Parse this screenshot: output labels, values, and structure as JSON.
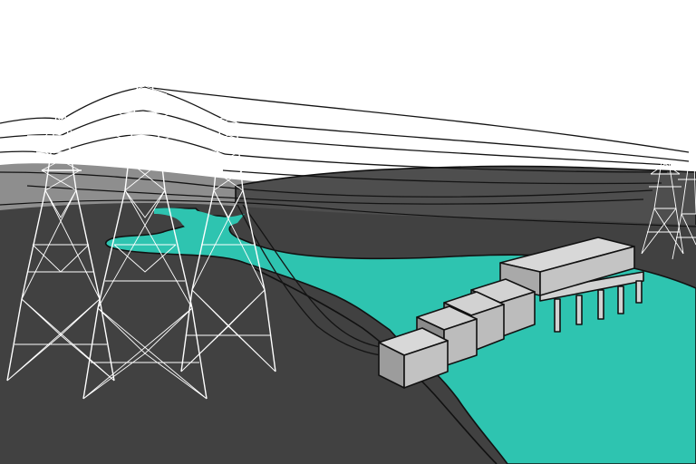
{
  "scene": {
    "description_visible_text": "",
    "palette": {
      "sky": "#ffffff",
      "hills_far": "#8c8c8c",
      "hills_mid": "#505050",
      "land": "#414141",
      "river": "#2ec4b0",
      "tower_lattice": "#ffffff",
      "dam_light": "#d2d2d2",
      "dam_mid": "#a9a9a9",
      "dam_dark": "#7a7a7a",
      "outline": "#111111"
    },
    "elements": [
      "sky",
      "distant-hills",
      "land",
      "river",
      "transmission-towers",
      "power-lines",
      "hydroelectric-dam"
    ]
  }
}
